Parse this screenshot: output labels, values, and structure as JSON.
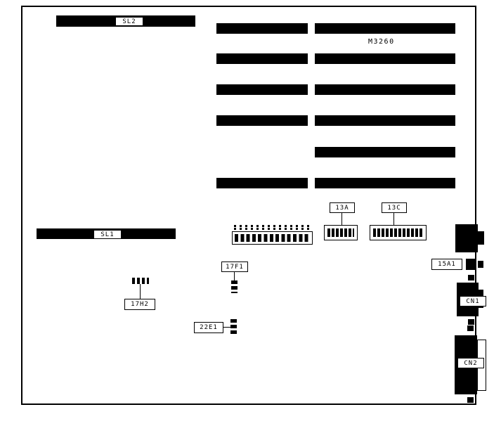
{
  "board": {
    "part_number": "M3260",
    "labels": {
      "sl2": "SL2",
      "sl1": "SL1",
      "sw13a": "13A",
      "sw13c": "13C",
      "c15a1": "15A1",
      "cn1": "CN1",
      "cn2": "CN2",
      "j17f1": "17F1",
      "j17h2": "17H2",
      "j22e1": "22E1"
    }
  }
}
